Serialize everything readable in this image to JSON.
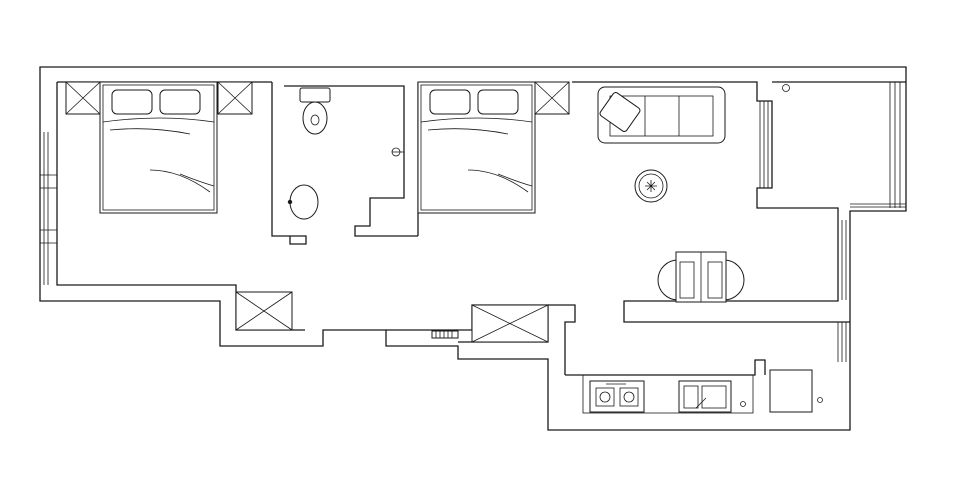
{
  "plan": {
    "rooms": [
      {
        "id": "bedroom-1",
        "fixtures": [
          "double-bed",
          "nightstand-left",
          "nightstand-right"
        ]
      },
      {
        "id": "bathroom",
        "fixtures": [
          "toilet",
          "washbasin",
          "shower-head"
        ]
      },
      {
        "id": "bedroom-2",
        "fixtures": [
          "double-bed",
          "nightstand"
        ]
      },
      {
        "id": "living-room",
        "fixtures": [
          "sofa",
          "round-table",
          "dining-table",
          "chairs"
        ]
      },
      {
        "id": "balcony",
        "fixtures": []
      },
      {
        "id": "kitchen",
        "fixtures": [
          "stove",
          "sink",
          "fridge"
        ]
      }
    ],
    "colors": {
      "line": "#1a1a1a",
      "background": "#ffffff"
    }
  }
}
